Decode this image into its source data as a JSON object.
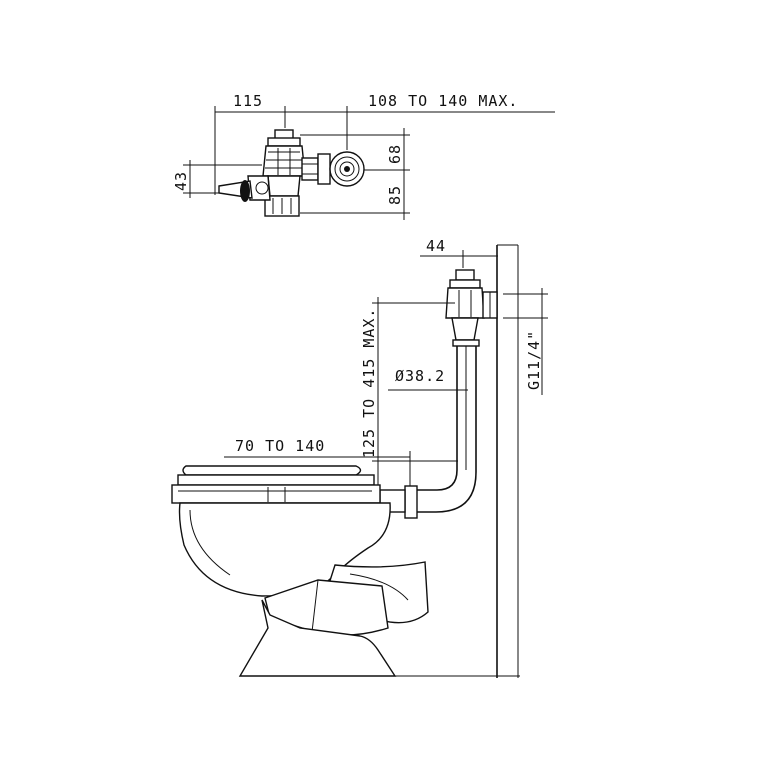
{
  "drawing": {
    "dimensions": {
      "top_width": "115",
      "top_projection": "108 TO 140 MAX.",
      "top_height_upper": "68",
      "top_height_lower": "85",
      "top_handle": "43",
      "side_offset": "44",
      "side_rise": "125 TO 415 MAX.",
      "pipe_diameter": "Ø38.2",
      "spud_range": "70 TO 140",
      "thread": "G11/4\""
    }
  }
}
